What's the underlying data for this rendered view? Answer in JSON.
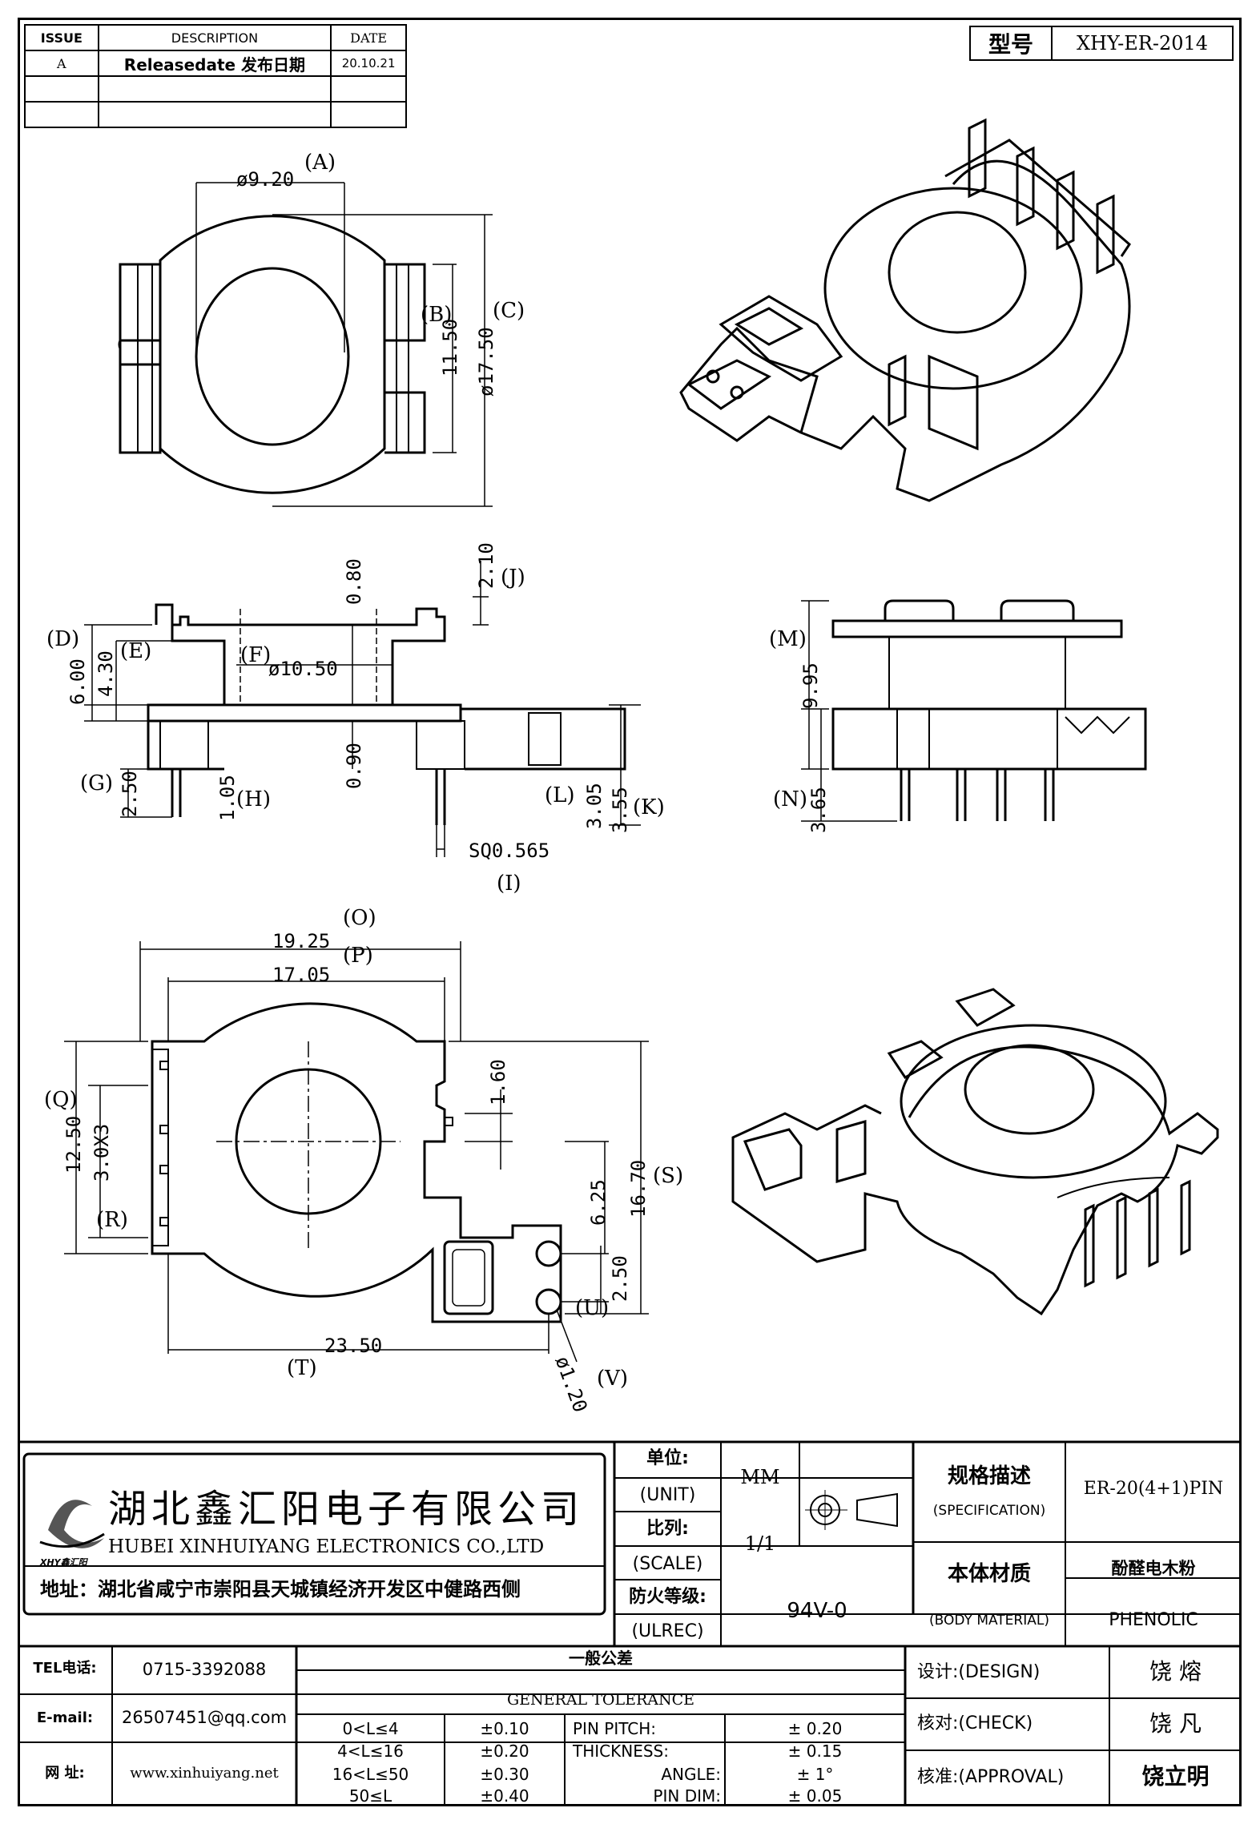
{
  "revision": {
    "headers": {
      "issue": "ISSUE",
      "description": "DESCRIPTION",
      "date": "DATE"
    },
    "rows": [
      {
        "issue": "A",
        "description": "Releasedate 发布日期",
        "date": "20.10.21"
      }
    ]
  },
  "model": {
    "label": "型号",
    "value": "XHY-ER-2014"
  },
  "dims": {
    "top_view": {
      "d920": "ø9.20",
      "A": "(A)",
      "B": "(B)",
      "C": "(C)",
      "d1150": "11.50",
      "d1750": "ø17.50"
    },
    "side_view": {
      "d080": "0.80",
      "d210": "2.10",
      "J": "(J)",
      "D": "(D)",
      "E": "(E)",
      "d600": "6.00",
      "d430": "4.30",
      "F": "(F)",
      "d1050": "ø10.50",
      "d090": "0.90",
      "G": "(G)",
      "d250": "2.50",
      "d105": "1.05",
      "H": "(H)",
      "L": "(L)",
      "d305": "3.05",
      "d355": "3.55",
      "K": "(K)",
      "sq": "SQ0.565",
      "I": "(I)"
    },
    "end_view": {
      "M": "(M)",
      "d995": "9.95",
      "N": "(N)",
      "d365": "3.65"
    },
    "bottom_view": {
      "d1925": "19.25",
      "O": "(O)",
      "d1705": "17.05",
      "P": "(P)",
      "Q": "(Q)",
      "d1250": "12.50",
      "d3x3": "3.0X3",
      "R": "(R)",
      "d160": "1.60",
      "d625": "6.25",
      "d1670": "16.70",
      "S": "(S)",
      "d250b": "2.50",
      "U": "(U)",
      "T": "(T)",
      "d2350": "23.50",
      "d120": "ø1.20",
      "V": "(V)"
    }
  },
  "company": {
    "name_cn": "湖北鑫汇阳电子有限公司",
    "name_en": "HUBEI XINHUIYANG ELECTRONICS CO.,LTD",
    "address": "地址：湖北省咸宁市崇阳县天城镇经济开发区中健路西侧",
    "logo_text": "XHY鑫汇阳"
  },
  "title_block": {
    "unit_cn": "单位:",
    "unit_en": "(UNIT)",
    "unit_val": "MM",
    "scale_cn": "比列:",
    "scale_en": "(SCALE)",
    "scale_val": "1/1",
    "fire_cn": "防火等级:",
    "fire_en": "(ULREC)",
    "fire_val": "94V-0",
    "spec_cn": "规格描述",
    "spec_en": "(SPECIFICATION)",
    "spec_val": "ER-20(4+1)PIN",
    "mat_cn": "本体材质",
    "mat_en": "(BODY MATERIAL)",
    "mat_val_cn": "酚醛电木粉",
    "mat_val_en": "PHENOLIC"
  },
  "contact": {
    "tel_label": "TEL电话:",
    "tel": "0715-3392088",
    "email_label": "E-mail:",
    "email": "26507451@qq.com",
    "web_label": "网  址:",
    "web": "www.xinhuiyang.net"
  },
  "tolerance": {
    "title_cn": "一般公差",
    "title_en": "GENERAL TOLERANCE",
    "rows": [
      {
        "range": "0<L≤4",
        "tol": "±0.10",
        "item": "PIN PITCH:",
        "val": "±  0.20"
      },
      {
        "range": "4<L≤16",
        "tol": "±0.20",
        "item": "THICKNESS:",
        "val": "±  0.15"
      },
      {
        "range": "16<L≤50",
        "tol": "±0.30",
        "item": "ANGLE:",
        "val": "±  1°"
      },
      {
        "range": "50≤L",
        "tol": "±0.40",
        "item": "PIN DIM:",
        "val": "±  0.05"
      }
    ]
  },
  "signoff": {
    "design_label": "设计:(DESIGN)",
    "design": "饶  熔",
    "check_label": "核对:(CHECK)",
    "check": "饶  凡",
    "approval_label": "核准:(APPROVAL)",
    "approval": "饶立明"
  }
}
